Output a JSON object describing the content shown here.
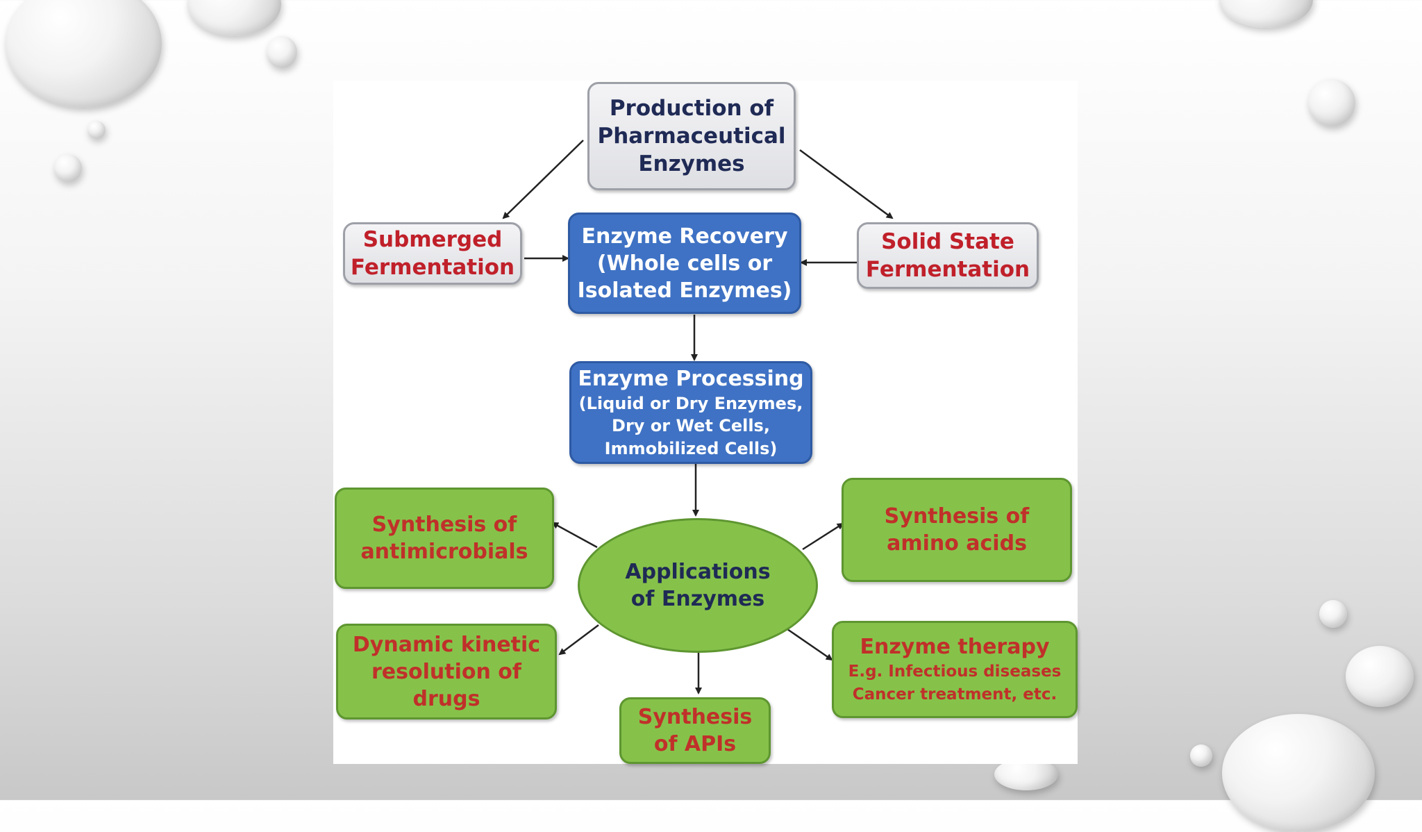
{
  "diagram": {
    "top_node": {
      "lines": [
        "Production of",
        "Pharmaceutical",
        "Enzymes"
      ]
    },
    "submerged": {
      "lines": [
        "Submerged",
        "Fermentation"
      ]
    },
    "solid_state": {
      "lines": [
        "Solid State",
        "Fermentation"
      ]
    },
    "recovery": {
      "lines": [
        "Enzyme Recovery",
        "(Whole cells or",
        "Isolated Enzymes)"
      ]
    },
    "processing": {
      "title": "Enzyme Processing",
      "sub_lines": [
        "(Liquid or Dry Enzymes,",
        "Dry or Wet Cells,",
        "Immobilized Cells)"
      ]
    },
    "applications": {
      "lines": [
        "Applications",
        "of Enzymes"
      ]
    },
    "antimicrobials": {
      "lines": [
        "Synthesis of",
        "antimicrobials"
      ]
    },
    "amino_acids": {
      "lines": [
        "Synthesis of",
        "amino acids"
      ]
    },
    "kinetic": {
      "lines": [
        "Dynamic kinetic",
        "resolution of",
        "drugs"
      ]
    },
    "therapy": {
      "title": "Enzyme therapy",
      "sub_lines": [
        "E.g.  Infectious diseases",
        "Cancer treatment, etc."
      ]
    },
    "apis": {
      "lines": [
        "Synthesis",
        "of APIs"
      ]
    }
  },
  "colors": {
    "grey_box": "#e4e5e9",
    "blue_box": "#3f72c4",
    "green_box": "#86c24a",
    "red_text": "#c0202a",
    "navy_text": "#1f2a55"
  }
}
